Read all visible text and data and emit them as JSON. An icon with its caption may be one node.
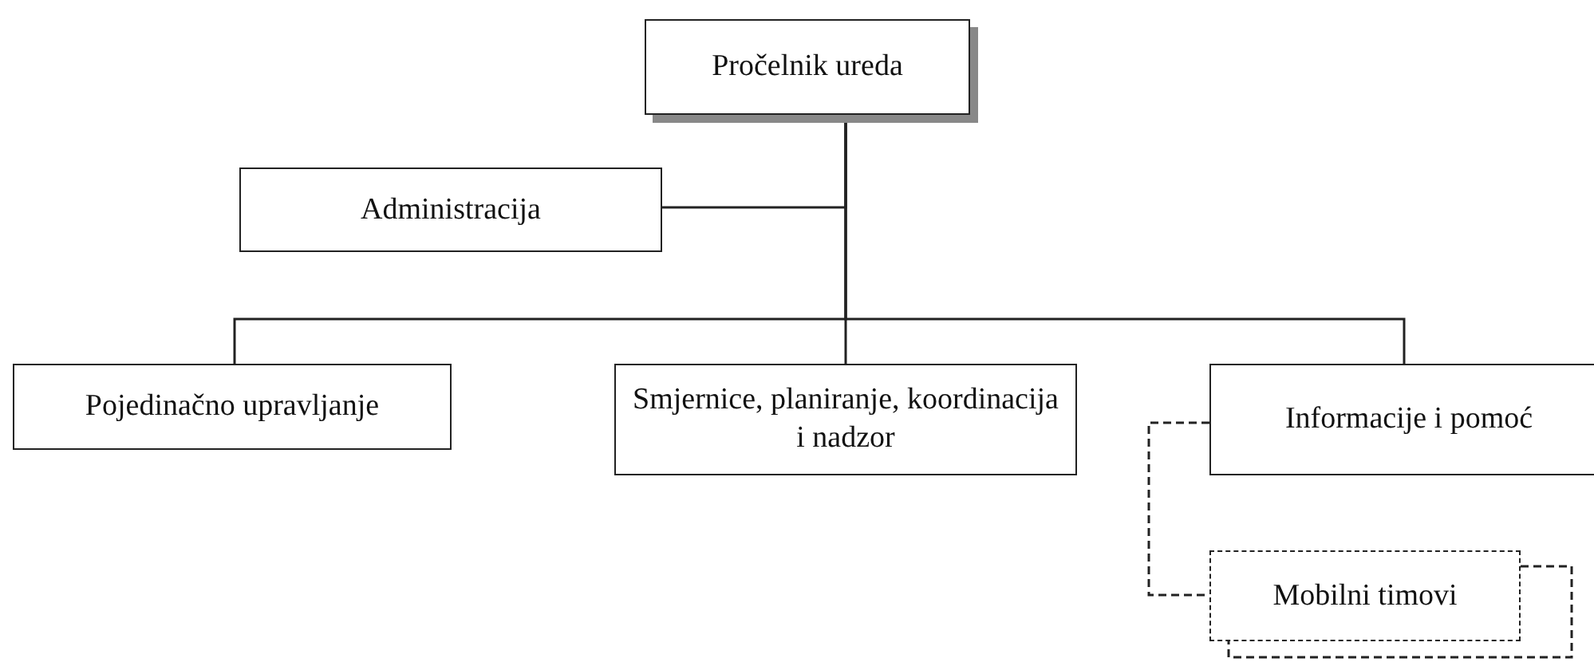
{
  "diagram": {
    "nodes": [
      {
        "text": [
          "Pročelnik ureda"
        ]
      },
      {
        "text": [
          "Administracija"
        ]
      },
      {
        "text": [
          "Pojedinačno upravljanje"
        ]
      },
      {
        "text": [
          "Smjernice, planiranje, koordinacija i nadzor"
        ]
      },
      {
        "text": [
          "Informacije i pomoć"
        ]
      },
      {
        "text": [
          "Mobilni timovi"
        ]
      }
    ],
    "edges": [
      {
        "from": 0,
        "to": 1,
        "arrow": "none"
      },
      {
        "from": 0,
        "to": 2,
        "arrow": "none"
      },
      {
        "from": 0,
        "to": 3,
        "arrow": "none"
      },
      {
        "from": 0,
        "to": 4,
        "arrow": "none"
      },
      {
        "from": 4,
        "to": 5,
        "arrow": "none",
        "style": "dashed"
      }
    ]
  }
}
